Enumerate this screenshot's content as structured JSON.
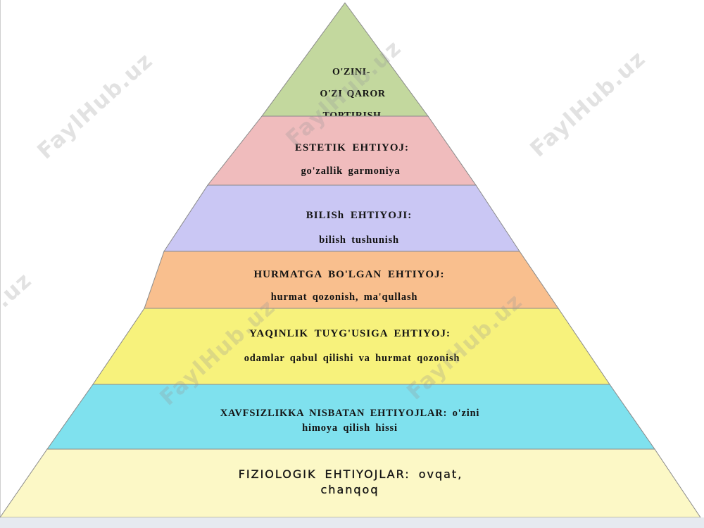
{
  "watermark": "FaylHub.uz",
  "colors": {
    "bottom_bar": "#e6eaf0"
  },
  "pyramid": {
    "levels": [
      {
        "color": "#c3d89e",
        "lines": [
          "O'ZINI-",
          "O'ZI QAROR",
          "TOPTIRISH"
        ]
      },
      {
        "color": "#f0bcbd",
        "lines": [
          "ESTETIK EHTIYOJ:",
          "go'zallik garmoniya"
        ]
      },
      {
        "color": "#cac7f4",
        "lines": [
          "BILISh EHTIYOJI:",
          "bilish tushunish"
        ]
      },
      {
        "color": "#f9bf8e",
        "lines": [
          "HURMATGA BO'LGAN EHTIYOJ:",
          "hurmat qozonish, ma'qullash"
        ]
      },
      {
        "color": "#f7f27c",
        "lines": [
          "YAQINLIK TUYG'USIGA EHTIYOJ:",
          "odamlar qabul qilishi va hurmat qozonish"
        ]
      },
      {
        "color": "#7fe1ee",
        "lines": [
          "XAVFSIZLIKKA NISBATAN EHTIYOJLAR: o'zini",
          "himoya qilish hissi"
        ]
      },
      {
        "color": "#fcf8c6",
        "lines": [
          "FIZIOLOGIK EHTIYOJLAR: ovqat,",
          "chanqoq"
        ]
      }
    ]
  }
}
